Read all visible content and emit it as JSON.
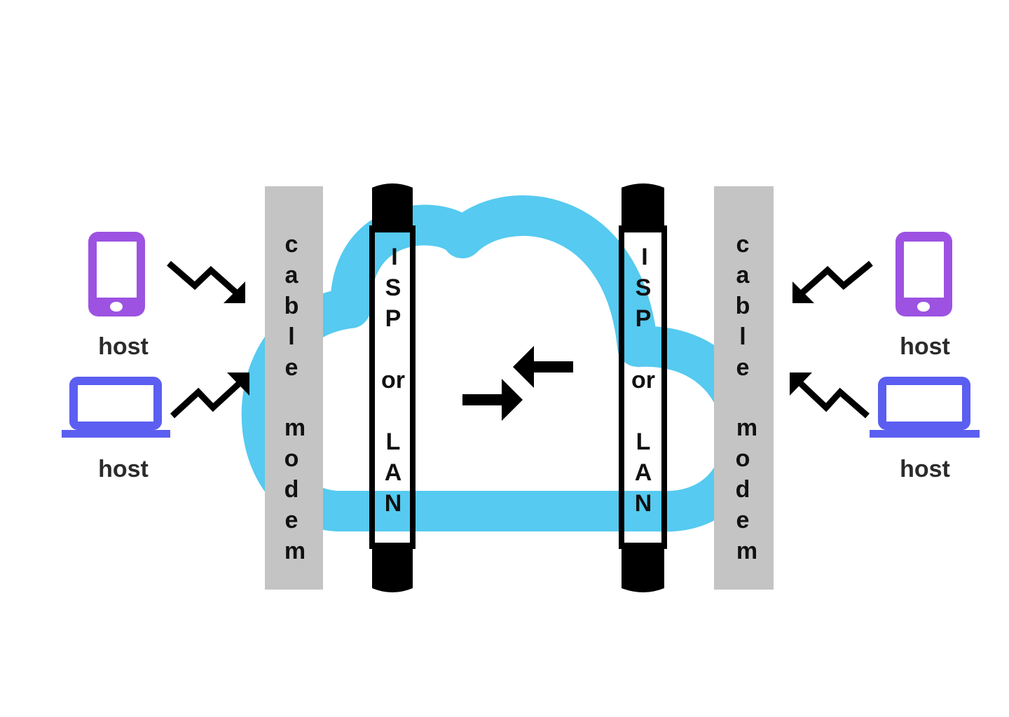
{
  "colors": {
    "cloud": "#56caf0",
    "modem": "#c4c4c4",
    "isp_frame": "#000000",
    "phone": "#9d52e2",
    "laptop": "#5b5ef0",
    "arrow": "#000000",
    "label": "#2b2b2b"
  },
  "hosts": {
    "left_phone_label": "host",
    "left_laptop_label": "host",
    "right_phone_label": "host",
    "right_laptop_label": "host"
  },
  "icons": {
    "phone": "smartphone-icon",
    "laptop": "laptop-icon",
    "link": "wireless-link-arrow-icon",
    "exchange": "exchange-arrows-icon",
    "cloud": "cloud-icon"
  },
  "modem": {
    "left": [
      "c",
      "a",
      "b",
      "l",
      "e",
      "",
      "m",
      "o",
      "d",
      "e",
      "m"
    ],
    "right": [
      "c",
      "a",
      "b",
      "l",
      "e",
      "",
      "m",
      "o",
      "d",
      "e",
      "m"
    ]
  },
  "isp": {
    "left": [
      "I",
      "S",
      "P",
      "",
      "or",
      "",
      "L",
      "A",
      "N"
    ],
    "right": [
      "I",
      "S",
      "P",
      "",
      "or",
      "",
      "L",
      "A",
      "N"
    ]
  }
}
